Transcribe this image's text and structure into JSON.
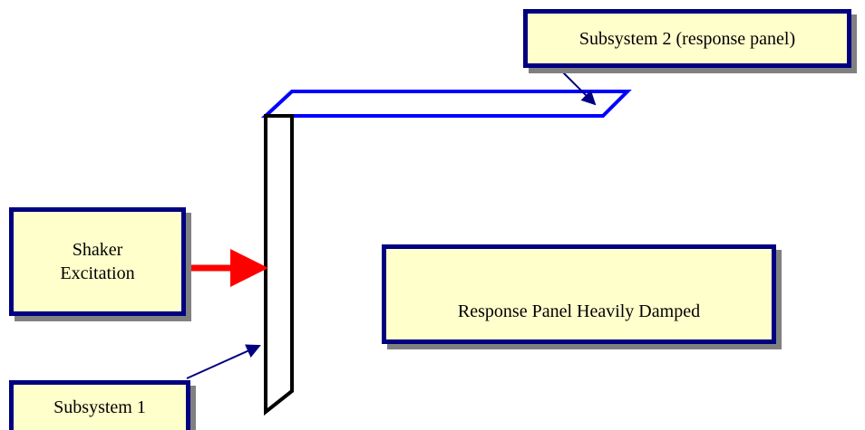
{
  "labels": {
    "shaker": {
      "line1": "Shaker",
      "line2": "Excitation"
    },
    "response_damped": "Response Panel Heavily Damped",
    "subsystem_2": "Subsystem 2 (response panel)",
    "subsystem_1": "Subsystem 1"
  },
  "colors": {
    "box_fill": "#ffffcc",
    "box_border": "#000080",
    "box_shadow": "#808080",
    "response_panel_outline": "#0000ff",
    "subsystem_1_panel_outline": "#000000",
    "excitation_arrow": "#ff0000",
    "leader_arrows": "#000080"
  }
}
